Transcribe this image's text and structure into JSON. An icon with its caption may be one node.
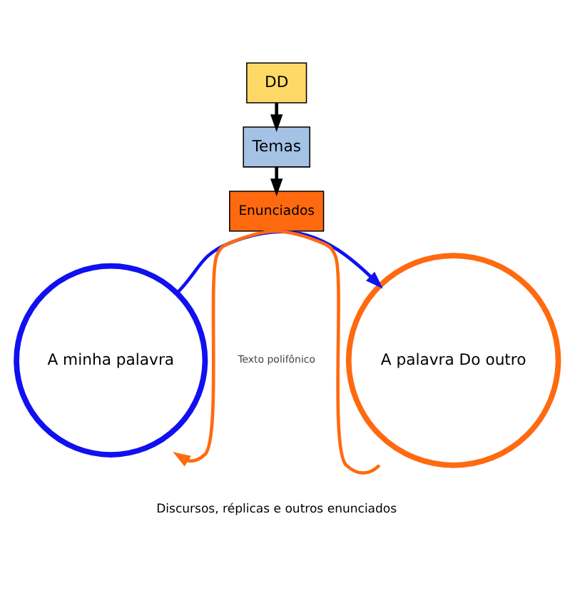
{
  "diagram": {
    "nodes": [
      {
        "text": [
          "DD"
        ]
      },
      {
        "text": [
          "Temas"
        ]
      },
      {
        "text": [
          "Enunciados"
        ]
      },
      {
        "text": [
          "A minha palavra"
        ]
      },
      {
        "text": [
          "Texto polifônico"
        ]
      },
      {
        "text": [
          "A palavra Do outro"
        ]
      }
    ],
    "edges": [
      {
        "from": 0,
        "to": 1,
        "arrow": "to"
      },
      {
        "from": 1,
        "to": 2,
        "arrow": "to"
      },
      {
        "from": 3,
        "to": 5,
        "arrow": "to",
        "color": "#1010f0"
      },
      {
        "from": 5,
        "to": 3,
        "arrow": "to",
        "color": "#ff6a10"
      }
    ],
    "labels": [
      "Discursos, réplicas e outros enunciados"
    ]
  }
}
